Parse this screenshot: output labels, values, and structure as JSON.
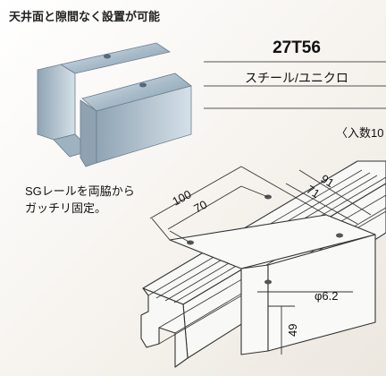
{
  "header": {
    "title": "天井面と隙間なく設置が可能"
  },
  "product": {
    "code": "27T56",
    "material": "スチール/ユニクロ",
    "pack": "〈入数10"
  },
  "description": {
    "line1": "SGレールを両脇から",
    "line2": "ガッチリ固定。"
  },
  "dimensions": {
    "d100": "100",
    "d70": "70",
    "d91": "91",
    "d71": "71",
    "hole": "φ6.2",
    "height": "49"
  },
  "colors": {
    "metal": "#b9c7d2",
    "line": "#333333",
    "rail": "#f7f7f5"
  }
}
